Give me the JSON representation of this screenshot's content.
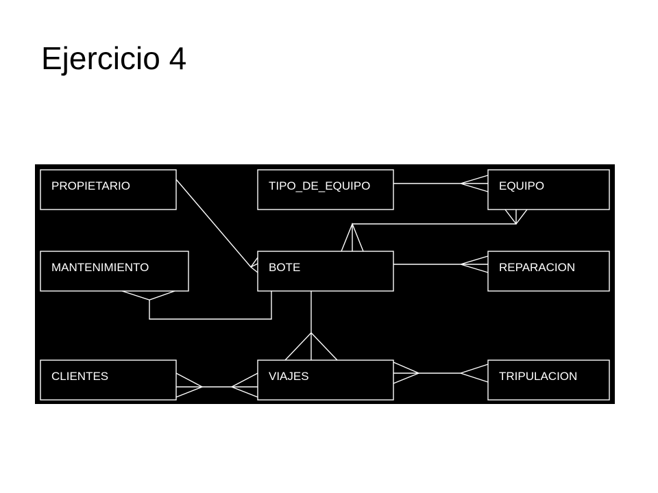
{
  "slide": {
    "title": "Ejercicio 4"
  },
  "colors": {
    "canvas": "#000000",
    "stroke": "#ffffff",
    "text": "#ffffff",
    "page": "#ffffff"
  },
  "entities": {
    "propietario": "PROPIETARIO",
    "tipo_de_equipo": "TIPO_DE_EQUIPO",
    "equipo": "EQUIPO",
    "mantenimiento": "MANTENIMIENTO",
    "bote": "BOTE",
    "reparacion": "REPARACION",
    "clientes": "CLIENTES",
    "viajes": "VIAJES",
    "tripulacion": "TRIPULACION"
  },
  "relationships": [
    {
      "from": "PROPIETARIO",
      "to": "BOTE",
      "many_end": "BOTE"
    },
    {
      "from": "TIPO_DE_EQUIPO",
      "to": "EQUIPO",
      "many_end": "EQUIPO"
    },
    {
      "from": "BOTE",
      "to": "EQUIPO",
      "many_end": "both"
    },
    {
      "from": "BOTE",
      "to": "MANTENIMIENTO",
      "many_end": "MANTENIMIENTO"
    },
    {
      "from": "BOTE",
      "to": "REPARACION",
      "many_end": "REPARACION"
    },
    {
      "from": "BOTE",
      "to": "VIAJES",
      "many_end": "VIAJES"
    },
    {
      "from": "CLIENTES",
      "to": "VIAJES",
      "many_end": "both"
    },
    {
      "from": "VIAJES",
      "to": "TRIPULACION",
      "many_end": "both"
    }
  ]
}
